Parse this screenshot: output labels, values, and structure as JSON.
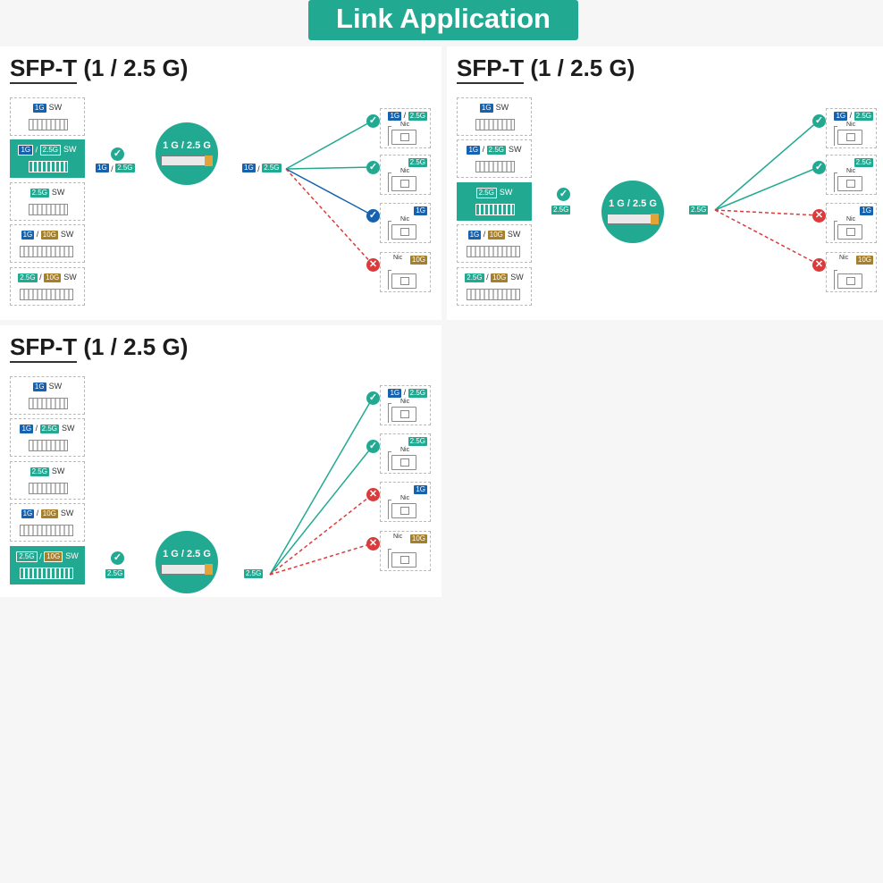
{
  "banner": "Link Application",
  "panels": [
    {
      "title_main": "SFP-T",
      "title_rest": " (1 / 2.5 G)",
      "module_label": "1 G / 2.5 G",
      "switches": [
        {
          "tags": [
            {
              "text": "1G",
              "c": "t1"
            }
          ],
          "sw": "SW"
        },
        {
          "tags": [
            {
              "text": "1G",
              "c": "t1"
            },
            {
              "text": "2.5G",
              "c": "t25"
            }
          ],
          "sw": "SW"
        },
        {
          "tags": [
            {
              "text": "2.5G",
              "c": "t25"
            }
          ],
          "sw": "SW"
        },
        {
          "tags": [
            {
              "text": "1G",
              "c": "t1"
            },
            {
              "text": "10G",
              "c": "t10"
            }
          ],
          "sw": "SW"
        },
        {
          "tags": [
            {
              "text": "2.5G",
              "c": "t25"
            },
            {
              "text": "10G",
              "c": "t10"
            }
          ],
          "sw": "SW"
        }
      ],
      "highlighted": 1,
      "left_tags": [
        {
          "text": "1G",
          "c": "t1"
        },
        {
          "text": "2.5G",
          "c": "t25"
        }
      ],
      "right_tags": [
        {
          "text": "1G",
          "c": "t1"
        },
        {
          "text": "2.5G",
          "c": "t25"
        }
      ],
      "nic_text": "Nic",
      "nics": [
        {
          "tags": [
            {
              "text": "1G",
              "c": "t1"
            },
            {
              "text": "2.5G",
              "c": "t25"
            }
          ],
          "status": "ok"
        },
        {
          "tags": [
            {
              "text": "2.5G",
              "c": "t25"
            }
          ],
          "status": "ok"
        },
        {
          "tags": [
            {
              "text": "1G",
              "c": "t1"
            }
          ],
          "status": "ok-blue"
        },
        {
          "tags": [
            {
              "text": "10G",
              "c": "t10"
            }
          ],
          "status": "fail",
          "nic_inline": true
        }
      ]
    },
    {
      "title_main": "SFP-T",
      "title_rest": " (1 / 2.5 G)",
      "module_label": "1 G / 2.5 G",
      "switches": [
        {
          "tags": [
            {
              "text": "1G",
              "c": "t1"
            }
          ],
          "sw": "SW"
        },
        {
          "tags": [
            {
              "text": "1G",
              "c": "t1"
            },
            {
              "text": "2.5G",
              "c": "t25"
            }
          ],
          "sw": "SW"
        },
        {
          "tags": [
            {
              "text": "2.5G",
              "c": "t25"
            }
          ],
          "sw": "SW"
        },
        {
          "tags": [
            {
              "text": "1G",
              "c": "t1"
            },
            {
              "text": "10G",
              "c": "t10"
            }
          ],
          "sw": "SW"
        },
        {
          "tags": [
            {
              "text": "2.5G",
              "c": "t25"
            },
            {
              "text": "10G",
              "c": "t10"
            }
          ],
          "sw": "SW"
        }
      ],
      "highlighted": 2,
      "left_tags": [
        {
          "text": "2.5G",
          "c": "t25"
        }
      ],
      "right_tags": [
        {
          "text": "2.5G",
          "c": "t25"
        }
      ],
      "nic_text": "Nic",
      "nics": [
        {
          "tags": [
            {
              "text": "1G",
              "c": "t1"
            },
            {
              "text": "2.5G",
              "c": "t25"
            }
          ],
          "status": "ok"
        },
        {
          "tags": [
            {
              "text": "2.5G",
              "c": "t25"
            }
          ],
          "status": "ok"
        },
        {
          "tags": [
            {
              "text": "1G",
              "c": "t1"
            }
          ],
          "status": "fail"
        },
        {
          "tags": [
            {
              "text": "10G",
              "c": "t10"
            }
          ],
          "status": "fail",
          "nic_inline": true
        }
      ]
    },
    {
      "title_main": "SFP-T",
      "title_rest": " (1 / 2.5 G)",
      "module_label": "1 G / 2.5 G",
      "switches": [
        {
          "tags": [
            {
              "text": "1G",
              "c": "t1"
            }
          ],
          "sw": "SW"
        },
        {
          "tags": [
            {
              "text": "1G",
              "c": "t1"
            },
            {
              "text": "2.5G",
              "c": "t25"
            }
          ],
          "sw": "SW"
        },
        {
          "tags": [
            {
              "text": "2.5G",
              "c": "t25"
            }
          ],
          "sw": "SW"
        },
        {
          "tags": [
            {
              "text": "1G",
              "c": "t1"
            },
            {
              "text": "10G",
              "c": "t10"
            }
          ],
          "sw": "SW"
        },
        {
          "tags": [
            {
              "text": "2.5G",
              "c": "t25"
            },
            {
              "text": "10G",
              "c": "t10"
            }
          ],
          "sw": "SW"
        }
      ],
      "highlighted": 4,
      "left_tags": [
        {
          "text": "2.5G",
          "c": "t25"
        }
      ],
      "right_tags": [
        {
          "text": "2.5G",
          "c": "t25"
        }
      ],
      "nic_text": "Nic",
      "nics": [
        {
          "tags": [
            {
              "text": "1G",
              "c": "t1"
            },
            {
              "text": "2.5G",
              "c": "t25"
            }
          ],
          "status": "ok"
        },
        {
          "tags": [
            {
              "text": "2.5G",
              "c": "t25"
            }
          ],
          "status": "ok"
        },
        {
          "tags": [
            {
              "text": "1G",
              "c": "t1"
            }
          ],
          "status": "fail"
        },
        {
          "tags": [
            {
              "text": "10G",
              "c": "t10"
            }
          ],
          "status": "fail",
          "nic_inline": true
        }
      ]
    }
  ],
  "colors": {
    "teal": "#22a992",
    "blue": "#1662ae",
    "gold": "#a57f2a",
    "red": "#dc3b3b"
  },
  "icons": {
    "ok": "check-icon",
    "fail": "cross-icon"
  }
}
